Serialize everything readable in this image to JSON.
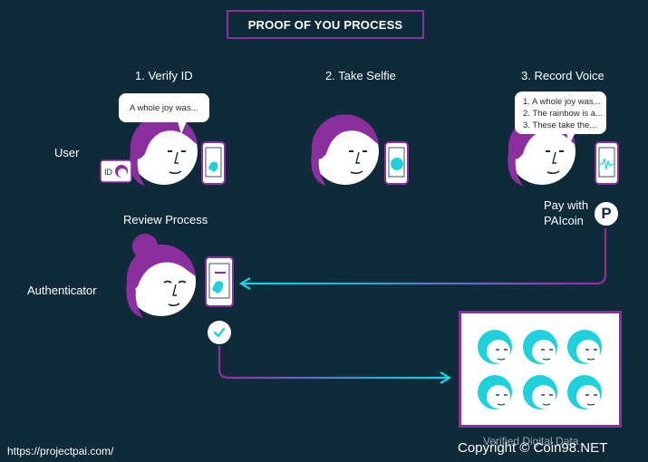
{
  "title": "PROOF OF YOU PROCESS",
  "steps": [
    {
      "label": "1. Verify ID"
    },
    {
      "label": "2. Take Selfie"
    },
    {
      "label": "3. Record Voice"
    }
  ],
  "roles": {
    "user": "User",
    "authenticator": "Authenticator",
    "review": "Review Process"
  },
  "bubble_verify": "A whole joy was...",
  "bubble_voice": [
    "1. A whole joy was...",
    "2. The rainbow is a...",
    "3. These take the..."
  ],
  "id_card_text": "ID",
  "payment": {
    "line1": "Pay with",
    "line2": "PAIcoin",
    "badge": "P"
  },
  "verified_label": "Verified Digital Data",
  "footer_url": "https://projectpai.com/",
  "copyright": "Copyright © Coin98.NET",
  "colors": {
    "background": "#0f2a38",
    "purple": "#8b2f9e",
    "cyan": "#1fd1dc",
    "white": "#ffffff"
  },
  "icons": [
    "face-icon",
    "phone-icon",
    "id-card-icon",
    "check-icon",
    "paicoin-icon"
  ]
}
